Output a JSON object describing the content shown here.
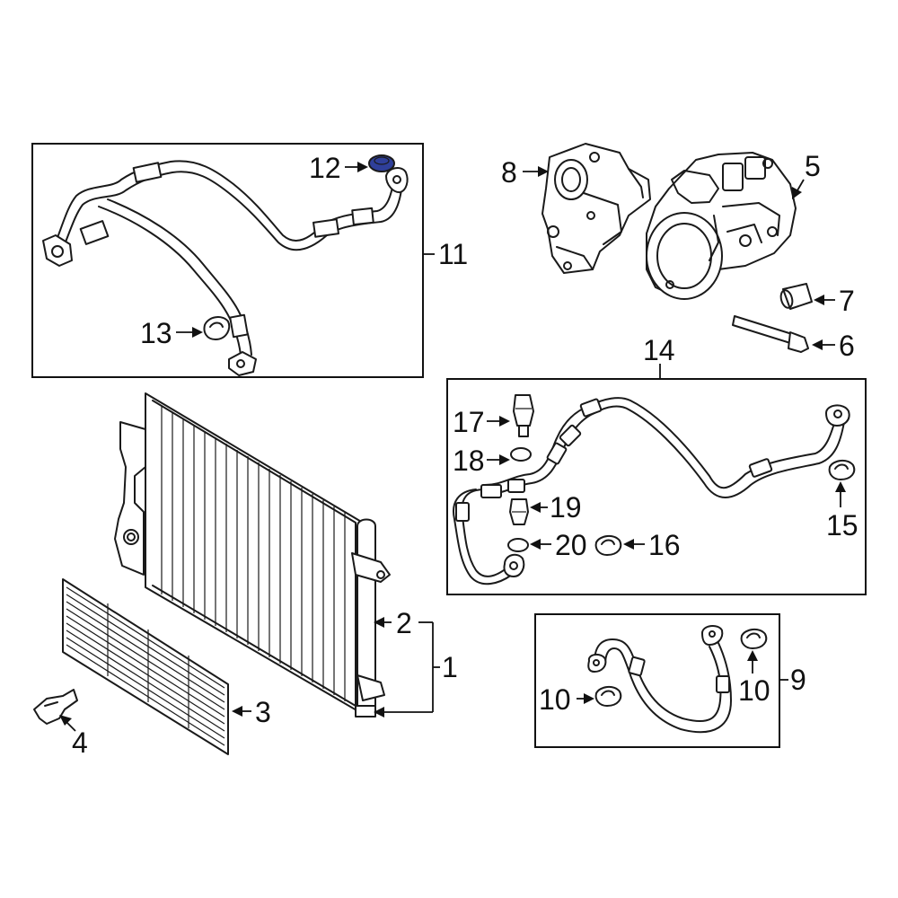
{
  "colors": {
    "line": "#1a1a1a",
    "highlight": "#2f3f9a",
    "background": "#ffffff"
  },
  "callouts": {
    "c1": "1",
    "c2": "2",
    "c3": "3",
    "c4": "4",
    "c5": "5",
    "c6": "6",
    "c7": "7",
    "c8": "8",
    "c9": "9",
    "c10a": "10",
    "c10b": "10",
    "c11": "11",
    "c12": "12",
    "c13": "13",
    "c14": "14",
    "c15": "15",
    "c16": "16",
    "c17": "17",
    "c18": "18",
    "c19": "19",
    "c20": "20"
  },
  "highlighted_part": "12"
}
